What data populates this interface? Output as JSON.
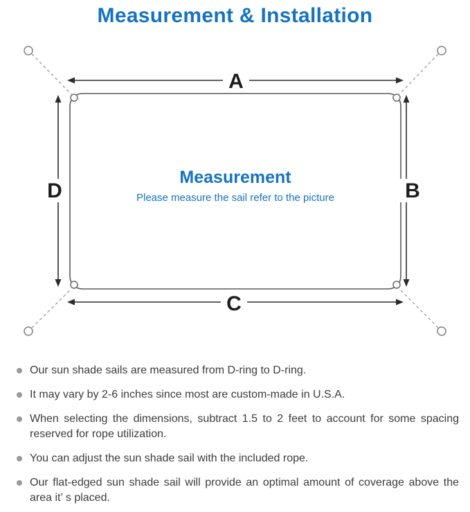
{
  "page": {
    "title": "Measurement & Installation"
  },
  "diagram": {
    "labels": {
      "top": "A",
      "right": "B",
      "bottom": "C",
      "left": "D"
    },
    "center_title": "Measurement",
    "center_subtitle": "Please measure the sail refer to the picture",
    "colors": {
      "accent_blue": "#1573c0",
      "arrow": "#2b2b2b",
      "sail_outline": "#5a5a5a",
      "tether": "#999999",
      "bullet": "#9a9a9a",
      "note_text": "#3c3c3c"
    }
  },
  "notes": [
    "Our sun shade sails are measured from D-ring to D-ring.",
    "It may vary by 2-6 inches since most are custom-made in U.S.A.",
    "When selecting the dimensions, subtract 1.5 to 2 feet to account for some spacing reserved for rope utilization.",
    "You can adjust the sun shade sail with the included rope.",
    "Our flat-edged sun shade sail will provide an optimal amount of coverage above the area it’ s placed."
  ]
}
